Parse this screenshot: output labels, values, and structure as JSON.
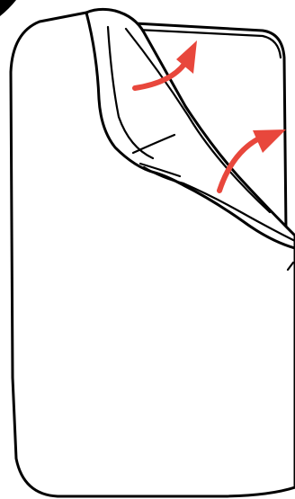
{
  "illustration": {
    "subject": "sheet-being-peeled-off",
    "colors": {
      "outline": "#000000",
      "fill": "#ffffff",
      "arrow": "#e8473c"
    },
    "arrows": [
      {
        "name": "peel-arrow-upper",
        "direction": "up-right"
      },
      {
        "name": "peel-arrow-lower",
        "direction": "up-right"
      }
    ]
  }
}
